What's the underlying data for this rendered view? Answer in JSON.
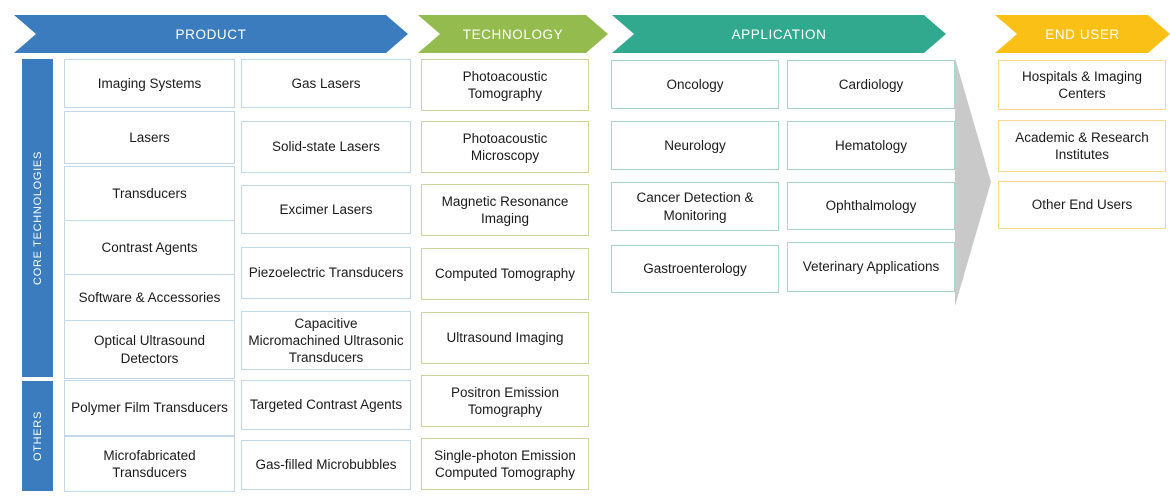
{
  "headers": [
    {
      "label": "PRODUCT",
      "color": "#3a7cbe"
    },
    {
      "label": "TECHNOLOGY",
      "color": "#94bb4e"
    },
    {
      "label": "APPLICATION",
      "color": "#31a98e"
    },
    {
      "label": "END USER",
      "color": "#fbc015"
    }
  ],
  "rails": [
    {
      "label": "CORE TECHNOLOGIES"
    },
    {
      "label": "OTHERS"
    }
  ],
  "columns": {
    "product_primary": [
      "Imaging Systems",
      "Lasers",
      "Transducers",
      "Contrast Agents",
      "Software & Accessories",
      "Optical Ultrasound Detectors",
      "Polymer Film Transducers",
      "Microfabricated Transducers"
    ],
    "product_secondary": [
      "Gas Lasers",
      "Solid-state Lasers",
      "Excimer Lasers",
      "Piezoelectric Transducers",
      "Capacitive Micromachined Ultrasonic Transducers",
      "Targeted Contrast Agents",
      "Gas-filled Microbubbles"
    ],
    "technology": [
      "Photoacoustic Tomography",
      "Photoacoustic Microscopy",
      "Magnetic Resonance Imaging",
      "Computed Tomography",
      "Ultrasound Imaging",
      "Positron Emission Tomography",
      "Single-photon Emission Computed Tomography"
    ],
    "application_primary": [
      "Oncology",
      "Neurology",
      "Cancer Detection & Monitoring",
      "Gastroenterology"
    ],
    "application_secondary": [
      "Cardiology",
      "Hematology",
      "Ophthalmology",
      "Veterinary Applications"
    ],
    "end_user": [
      "Hospitals & Imaging Centers",
      "Academic & Research Institutes",
      "Other End Users"
    ]
  }
}
